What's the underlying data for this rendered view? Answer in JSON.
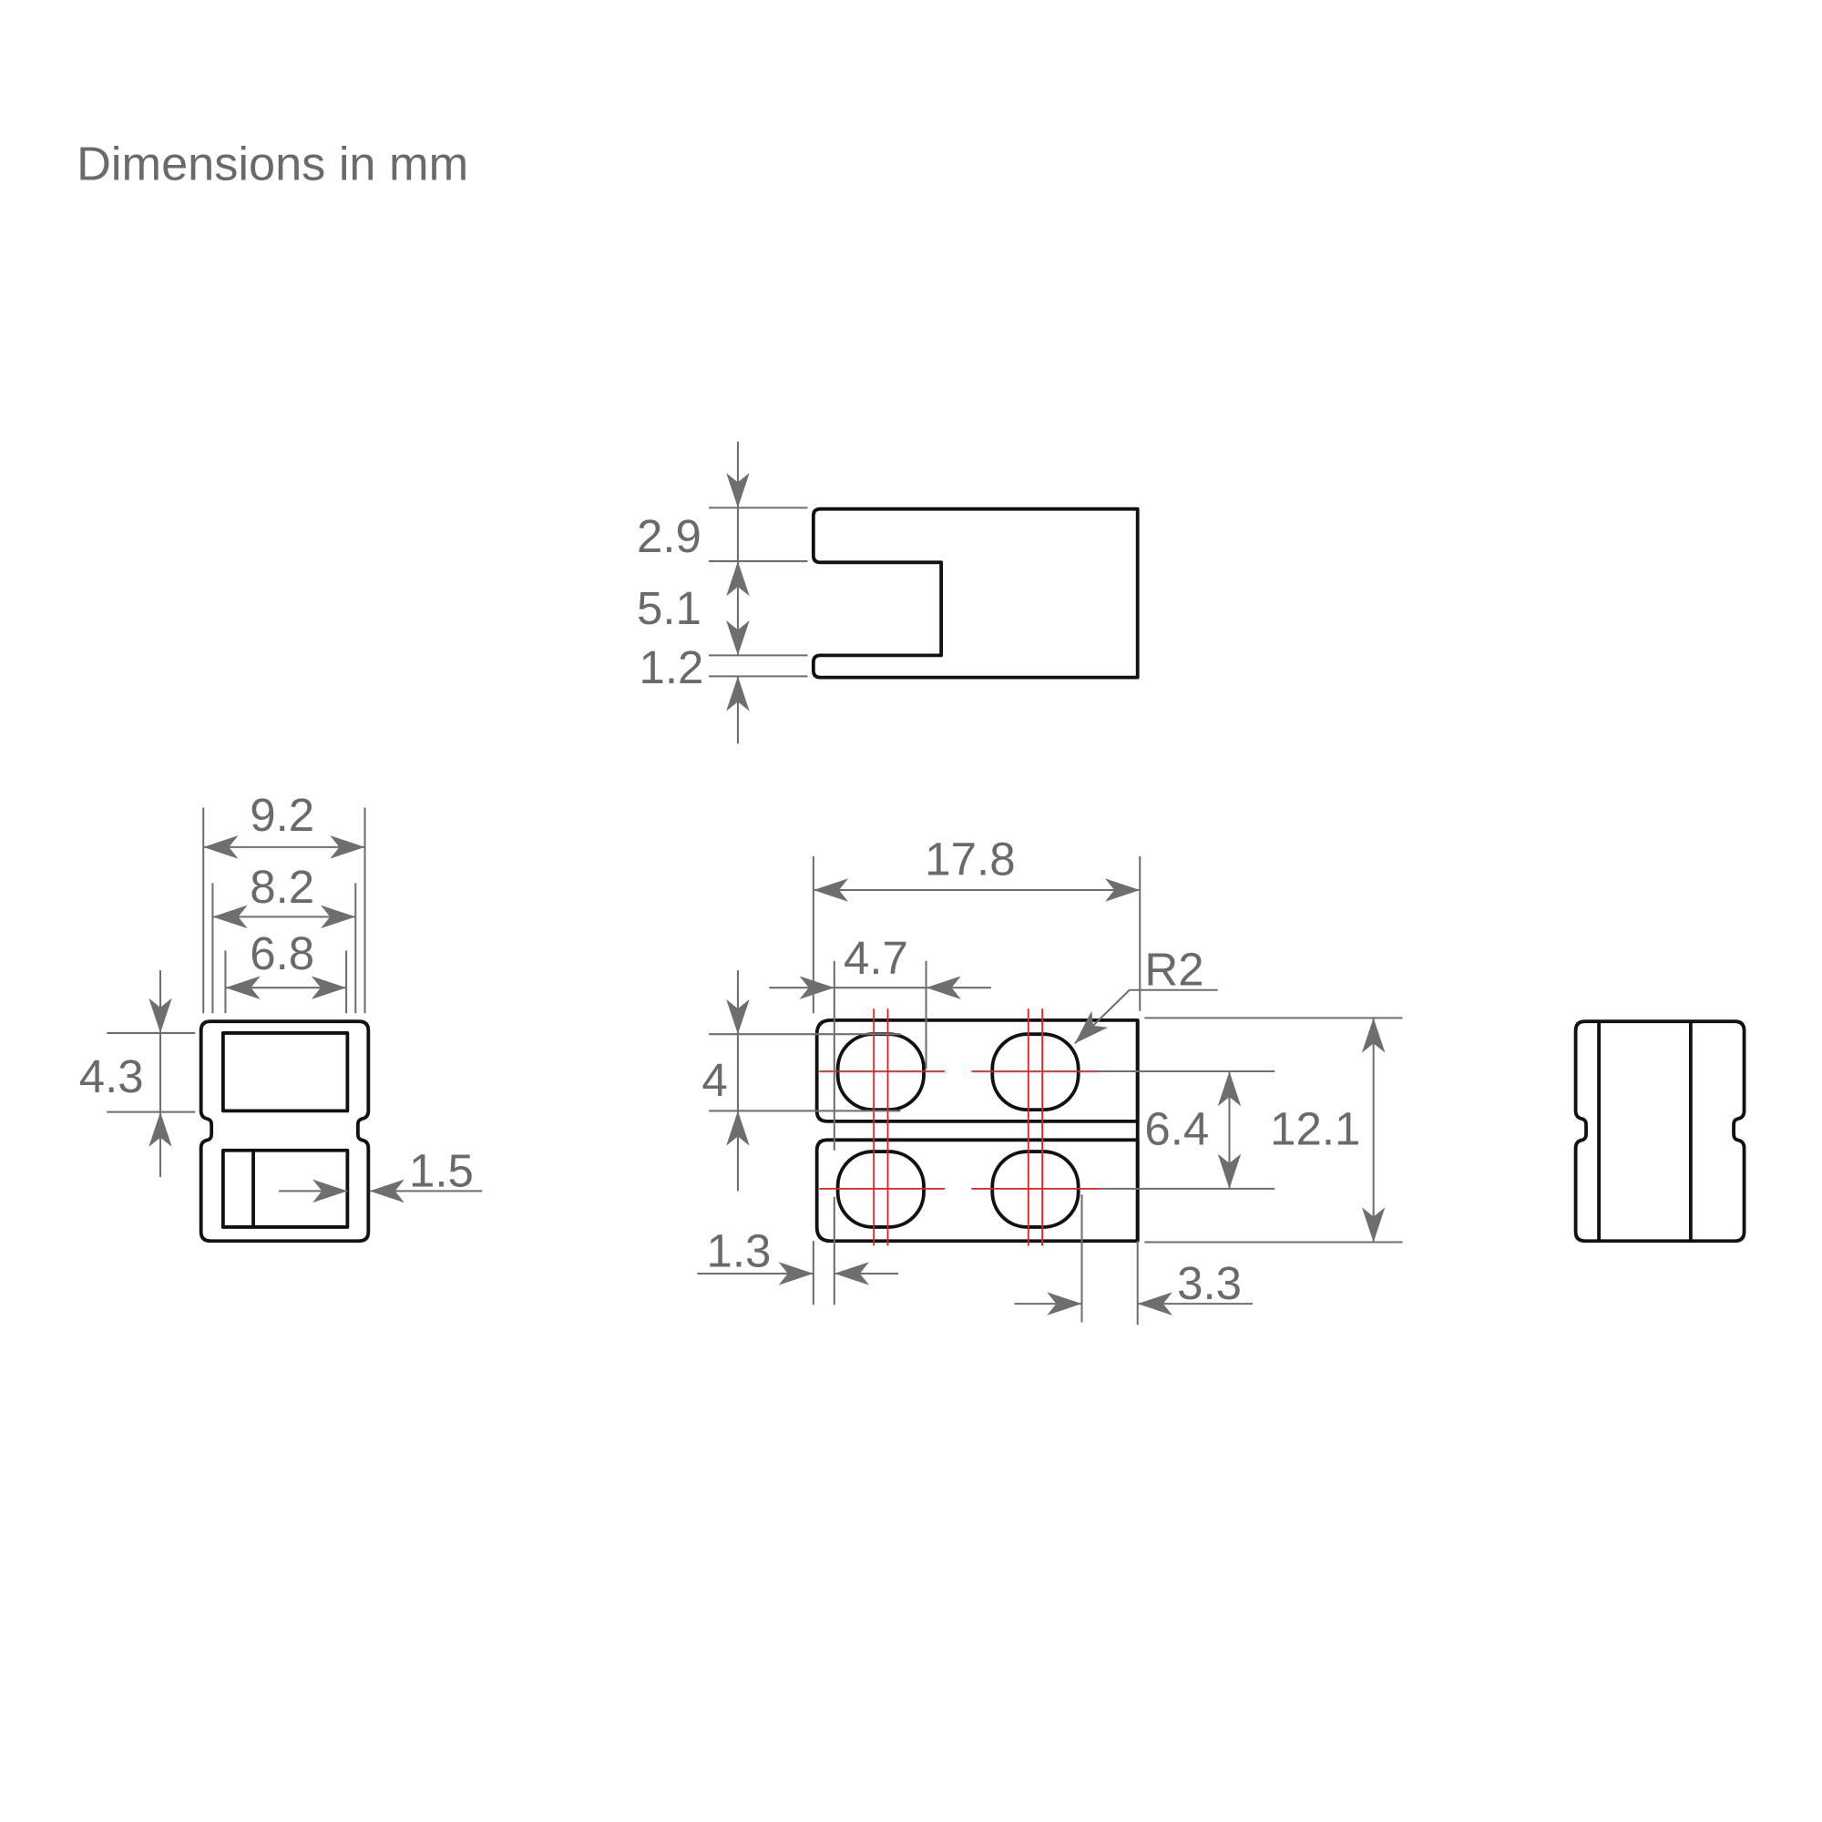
{
  "title": "Dimensions in mm",
  "colors": {
    "dimension": "#6e6e6e",
    "outline": "#111111",
    "centerline": "#e0202a"
  },
  "top_view": {
    "d1": "2.9",
    "d2": "5.1",
    "d3": "1.2"
  },
  "left_view": {
    "w_outer": "9.2",
    "w_mid": "8.2",
    "w_inner": "6.8",
    "h_window": "4.3",
    "wall": "1.5"
  },
  "front_view": {
    "length": "17.8",
    "hole_w": "4.7",
    "radius": "R2",
    "hole_h": "4",
    "hole_pitch": "6.4",
    "height": "12.1",
    "edge_left": "1.3",
    "edge_right": "3.3"
  }
}
